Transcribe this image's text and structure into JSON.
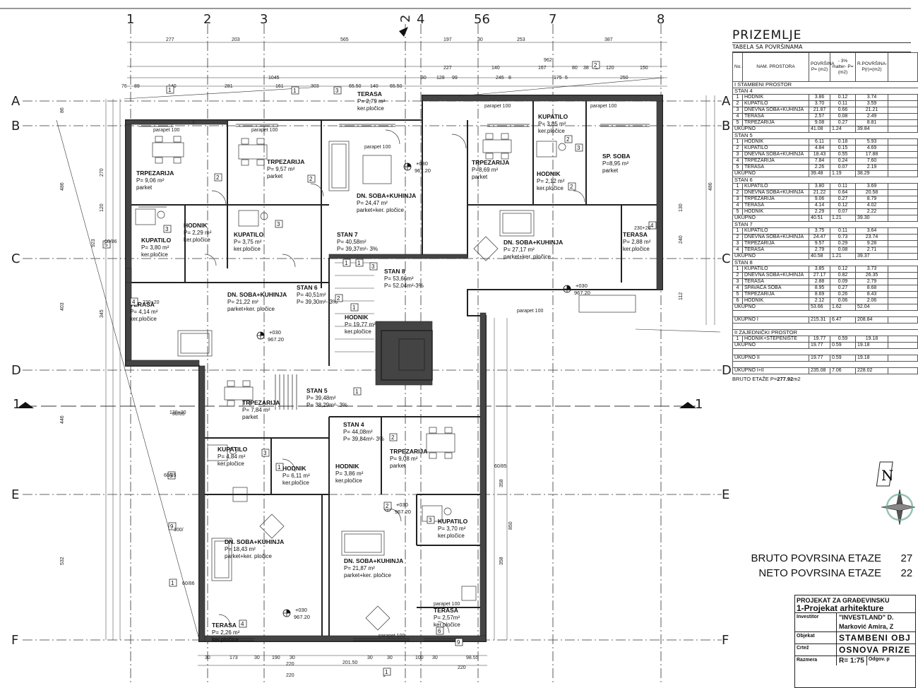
{
  "axes": {
    "columns": [
      "1",
      "2",
      "3",
      "2",
      "4",
      "56",
      "7",
      "8"
    ],
    "rows_left": [
      "A",
      "B",
      "C",
      "D",
      "E",
      "F"
    ],
    "rows_right": [
      "A",
      "B",
      "C",
      "D",
      "E",
      "F"
    ],
    "section_mark": "1"
  },
  "dimensions_top": [
    "277",
    "203",
    "565",
    "197",
    "30",
    "253",
    "387",
    "1045",
    "227",
    "140",
    "167",
    "80",
    "38",
    "2",
    "120",
    "150",
    "962",
    "89",
    "140",
    "281",
    "161",
    "303",
    "65.50",
    "140",
    "65.50",
    "30",
    "128",
    "99",
    "245",
    "8",
    "175",
    "5",
    "250",
    "76"
  ],
  "dimensions_bottom": [
    "30",
    "173",
    "30",
    "190",
    "30",
    "201.50",
    "30",
    "220",
    "30",
    "100",
    "30",
    "98.55",
    "220",
    "220",
    "1"
  ],
  "dimensions_side": [
    "86",
    "486",
    "270",
    "120",
    "923",
    "403",
    "345",
    "446",
    "532",
    "358",
    "850",
    "358",
    "486",
    "240",
    "112",
    "130"
  ],
  "rooms": [
    {
      "name": "TERASA",
      "area": "P= 2,79 m²",
      "finish": "ker.pločice"
    },
    {
      "name": "KUPATILO",
      "area": "P= 3,85 m²",
      "finish": "ker.pločice"
    },
    {
      "name": "TRPEZARIJA",
      "area": "P= 9,06 m²",
      "finish": "parket"
    },
    {
      "name": "TRPEZARIJA",
      "area": "P= 9,57 m²",
      "finish": "parket"
    },
    {
      "name": "DN. SOBA+KUHINJA",
      "area": "P= 24,47 m²",
      "finish": "parket+ker. pločice"
    },
    {
      "name": "TRPEZARIJA",
      "area": "P=8,69 m²",
      "finish": "parket"
    },
    {
      "name": "HODNIK",
      "area": "P= 2,12 m²",
      "finish": "ker.pločice"
    },
    {
      "name": "SP. SOBA",
      "area": "P=8,95 m²",
      "finish": "parket"
    },
    {
      "name": "KUPATILO",
      "area": "P= 3,80 m²",
      "finish": "ker.pločice"
    },
    {
      "name": "HODNIK",
      "area": "P= 2,29 m²",
      "finish": "ker.pločice"
    },
    {
      "name": "KUPATILO",
      "area": "P= 3,75 m²",
      "finish": "ker.pločice"
    },
    {
      "name": "STAN 7",
      "area": "P= 40,58m²",
      "finish": "P= 39,37m²- 3%"
    },
    {
      "name": "STAN 8",
      "area": "P= 53,66m²",
      "finish": "P= 52,04m²-3%"
    },
    {
      "name": "DN. SOBA+KUHINJA",
      "area": "P= 27,17 m²",
      "finish": "parket+ker. pločice"
    },
    {
      "name": "TERASA",
      "area": "P= 2,88 m²",
      "finish": "ker.pločice"
    },
    {
      "name": "TERASA",
      "area": "P= 4,14 m²",
      "finish": "ker.pločice"
    },
    {
      "name": "DN. SOBA+KUHINJA",
      "area": "P= 21,22 m²",
      "finish": "parket+ker. pločice"
    },
    {
      "name": "STAN 6",
      "area": "P= 40,51m²",
      "finish": "P= 39,30m²- 3%"
    },
    {
      "name": "HODNIK",
      "area": "P= 19,77 m²",
      "finish": "ker.pločice"
    },
    {
      "name": "TRPEZARIJA",
      "area": "P= 7,84 m²",
      "finish": "parket"
    },
    {
      "name": "STAN 5",
      "area": "P= 39,48m²",
      "finish": "P= 38,29m²- 3%"
    },
    {
      "name": "STAN 4",
      "area": "P= 44,08m²",
      "finish": "P= 39,84m²- 3%"
    },
    {
      "name": "TRPEZARIJA",
      "area": "P= 9,08 m²",
      "finish": "parket"
    },
    {
      "name": "KUPATILO",
      "area": "P= 4,84 m²",
      "finish": "ker.pločice"
    },
    {
      "name": "HODNIK",
      "area": "P= 6,11 m²",
      "finish": "ker.pločice"
    },
    {
      "name": "HODNIK",
      "area": "P= 3,86 m²",
      "finish": "ker.pločice"
    },
    {
      "name": "KUPATILO",
      "area": "P= 3,70 m²",
      "finish": "ker.pločice"
    },
    {
      "name": "DN. SOBA+KUHINJA",
      "area": "P= 18,43 m²",
      "finish": "parket+ker. pločice"
    },
    {
      "name": "DN. SOBA+KUHINJA",
      "area": "P= 21,87 m²",
      "finish": "parket+ker. pločice"
    },
    {
      "name": "TERASA",
      "area": "P= 2,26 m²",
      "finish": "ker.pločice"
    },
    {
      "name": "TERASA",
      "area": "P= 2,57m²",
      "finish": "ker.pločice"
    }
  ],
  "levels": [
    "+030",
    "967.20"
  ],
  "annotations": [
    "parapet 100",
    "230+20",
    "210/",
    "140/",
    "130+20",
    "100/",
    "60/85",
    "60/86"
  ],
  "table": {
    "title": "PRIZEMLJE",
    "subtitle": "TABELA SA POVRŠINAMA",
    "headers": [
      "No.",
      "NAM. PROSTORA",
      "POVRŠINA P= (m2)",
      "- 3% malter- P= (m2)",
      "R.POVRŠINA- P(r)=(m2)",
      ""
    ],
    "section1": "I STAMBENI PROSTOR",
    "groups": [
      {
        "label": "STAN 4",
        "rows": [
          [
            "1",
            "HODNIK",
            "3.86",
            "0.12",
            "3.74"
          ],
          [
            "2",
            "KUPATILO",
            "3.70",
            "0.11",
            "3.59"
          ],
          [
            "3",
            "DNEVNA SOBA+KUHINJA",
            "21.87",
            "0.66",
            "21.21"
          ],
          [
            "4",
            "TERASA",
            "2.57",
            "0.08",
            "2.49"
          ],
          [
            "5",
            "TRPEZARIJA",
            "9.08",
            "0.27",
            "8.81"
          ]
        ],
        "total": [
          "UKUPNO",
          "41.08",
          "1.24",
          "39.84"
        ]
      },
      {
        "label": "STAN 5",
        "rows": [
          [
            "1",
            "HODNIK",
            "6.11",
            "0.18",
            "5.93"
          ],
          [
            "2",
            "KUPATILO",
            "4.84",
            "0.15",
            "4.69"
          ],
          [
            "3",
            "DNEVNA SOBA+KUHINJA",
            "18.43",
            "0.55",
            "17.88"
          ],
          [
            "4",
            "TRPEZARIJA",
            "7.84",
            "0.24",
            "7.60"
          ],
          [
            "5",
            "TERASA",
            "2.26",
            "0.07",
            "2.19"
          ]
        ],
        "total": [
          "UKUPNO",
          "39.48",
          "1.19",
          "38.29"
        ]
      },
      {
        "label": "STAN 6",
        "rows": [
          [
            "1",
            "KUPATILO",
            "3.80",
            "0.11",
            "3.69"
          ],
          [
            "2",
            "DNEVNA SOBA+KUHINJA",
            "21.22",
            "0.64",
            "20.58"
          ],
          [
            "3",
            "TRPEZARIJA",
            "9.06",
            "0.27",
            "8.79"
          ],
          [
            "4",
            "TERASA",
            "4.14",
            "0.12",
            "4.02"
          ],
          [
            "5",
            "HODNIK",
            "2.29",
            "0.07",
            "2.22"
          ]
        ],
        "total": [
          "UKUPNO",
          "40.51",
          "1.21",
          "39.30"
        ]
      },
      {
        "label": "STAN 7",
        "rows": [
          [
            "1",
            "KUPATILO",
            "3.75",
            "0.11",
            "3.64"
          ],
          [
            "2",
            "DNEVNA SOBA+KUHINJA",
            "24.47",
            "0.73",
            "23.74"
          ],
          [
            "3",
            "TRPEZARIJA",
            "9.57",
            "0.29",
            "9.28"
          ],
          [
            "4",
            "TERASA",
            "2.79",
            "0.08",
            "2.71"
          ]
        ],
        "total": [
          "UKUPNO",
          "40.58",
          "1.21",
          "39.37"
        ]
      },
      {
        "label": "STAN 8",
        "rows": [
          [
            "1",
            "KUPATILO",
            "3.85",
            "0.12",
            "3.73"
          ],
          [
            "2",
            "DNEVNA SOBA+KUHINJA",
            "27.17",
            "0.82",
            "26.35"
          ],
          [
            "3",
            "TERASA",
            "2.88",
            "0.09",
            "2.79"
          ],
          [
            "4",
            "SPAVAĆA SOBA",
            "8.95",
            "0.27",
            "8.68"
          ],
          [
            "5",
            "TRPEZARIJA",
            "8.69",
            "0.26",
            "8.43"
          ],
          [
            "6",
            "HODNIK",
            "2.12",
            "0.06",
            "2.06"
          ]
        ],
        "total": [
          "UKUPNO",
          "53.66",
          "1.62",
          "52.04"
        ]
      }
    ],
    "ukupno_i": [
      "UKUPNO I",
      "215.31",
      "6.47",
      "208.84"
    ],
    "section2": "II ZAJEDNIČKI PROSTOR",
    "common_row": [
      "1",
      "HODNIK+STEPENIŠTE",
      "19.77",
      "0.59",
      "19.18"
    ],
    "common_total": [
      "UKUPNO",
      "19.77",
      "0.59",
      "19.18"
    ],
    "ukupno_ii": [
      "UKUPNO II",
      "19.77",
      "0.59",
      "19.18"
    ],
    "ukupno_iii": [
      "UKUPNO I+II",
      "235.08",
      "7.06",
      "228.02"
    ],
    "bruto_label": "BRUTO ETAŽE P=",
    "bruto_value": "277.92",
    "bruto_unit": "m2"
  },
  "compass": {
    "letter": "N"
  },
  "summary": {
    "bruto_label": "BRUTO POVRSINA  ETAZE",
    "bruto_value": "27",
    "neto_label": "NETO POVRSINA  ETAZE",
    "neto_value": "22"
  },
  "stamp": {
    "project_line1": "PROJEKAT ZA GRAĐEVINSKU",
    "project_line2": "1-Projekat arhitekture",
    "investitor_key": "Investitor",
    "investitor_val1": "\"INVESTLAND\" D.",
    "investitor_val2": "Marković Amira, Z",
    "objekat_key": "Objekat",
    "objekat_val": "STAMBENI OBJ",
    "crtez_key": "Crtež",
    "crtez_val": "OSNOVA PRIZE",
    "razmera_key": "Razmera",
    "razmera_val": "R= 1:75",
    "odgov": "Odgov. p"
  },
  "colors": {
    "line": "#222222",
    "wall": "#333333",
    "hatch": "#555555",
    "background": "#ffffff"
  }
}
